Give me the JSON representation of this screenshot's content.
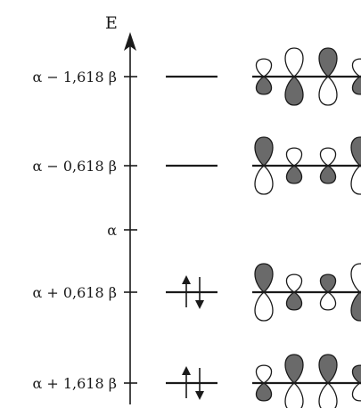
{
  "axis": {
    "title": "E"
  },
  "levels": [
    {
      "label": "α − 1,618 β",
      "electrons": 0,
      "lobes": [
        {
          "amp": 0.62,
          "up": "empty"
        },
        {
          "amp": 1.0,
          "up": "empty"
        },
        {
          "amp": 1.0,
          "up": "filled"
        },
        {
          "amp": 0.62,
          "up": "empty"
        }
      ]
    },
    {
      "label": "α − 0,618 β",
      "electrons": 0,
      "lobes": [
        {
          "amp": 1.0,
          "up": "filled"
        },
        {
          "amp": 0.62,
          "up": "empty"
        },
        {
          "amp": 0.62,
          "up": "empty"
        },
        {
          "amp": 1.0,
          "up": "filled"
        }
      ]
    },
    {
      "label": "α",
      "electrons": null,
      "lobes": []
    },
    {
      "label": "α + 0,618 β",
      "electrons": 2,
      "lobes": [
        {
          "amp": 1.0,
          "up": "filled"
        },
        {
          "amp": 0.62,
          "up": "empty"
        },
        {
          "amp": 0.62,
          "up": "filled"
        },
        {
          "amp": 1.0,
          "up": "empty"
        }
      ]
    },
    {
      "label": "α + 1,618 β",
      "electrons": 2,
      "lobes": [
        {
          "amp": 0.62,
          "up": "empty"
        },
        {
          "amp": 1.0,
          "up": "filled"
        },
        {
          "amp": 1.0,
          "up": "filled"
        },
        {
          "amp": 0.62,
          "up": "filled"
        }
      ]
    }
  ],
  "colors": {
    "ink": "#1a1a1a",
    "lobe_fill": "#6a6a6a",
    "lobe_empty": "#ffffff"
  }
}
